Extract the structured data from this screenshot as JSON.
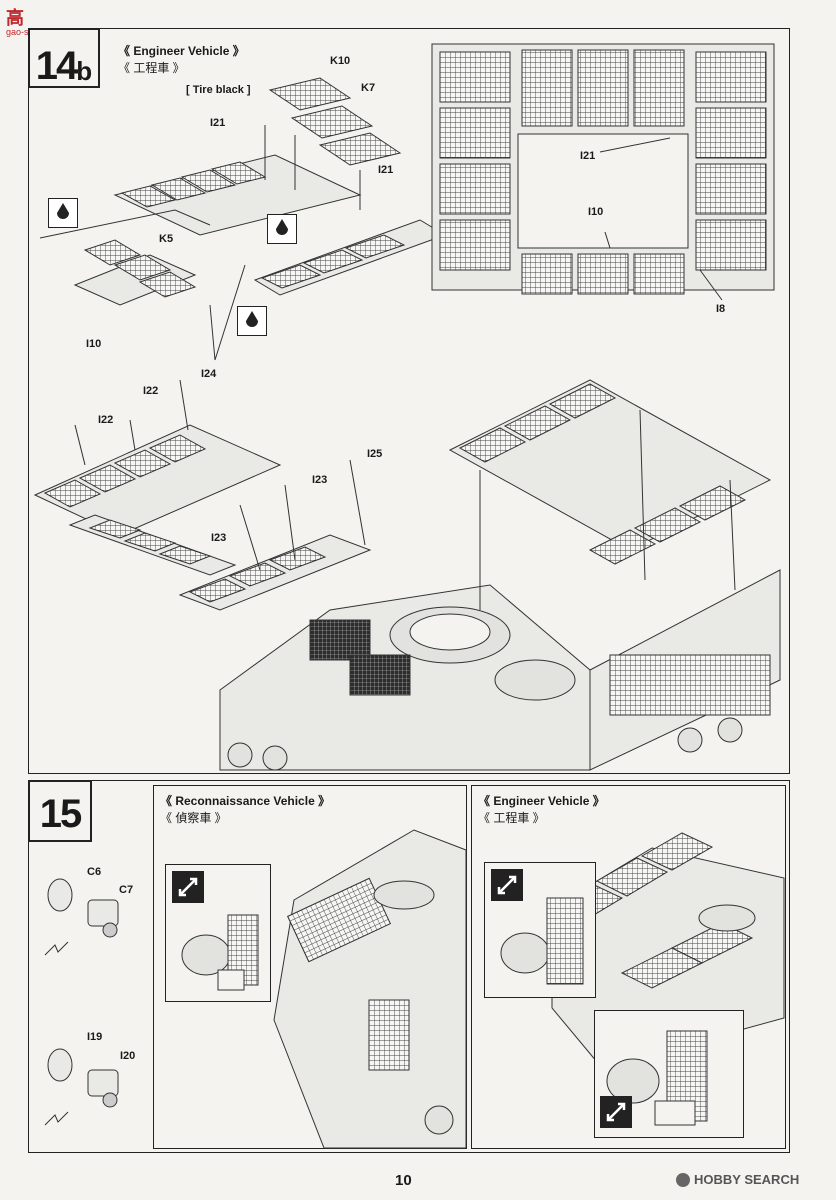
{
  "header": {
    "logo_text": "高",
    "logo_sub": "gao-shou.com"
  },
  "step14b": {
    "number": "14",
    "suffix": "b",
    "title_en": "《 Engineer Vehicle 》",
    "title_jp": "《 工程車 》",
    "labels": {
      "k10": "K10",
      "k7": "K7",
      "tire_black": "[ Tire black ]",
      "i21_a": "I21",
      "i21_b": "I21",
      "k5": "K5",
      "i10": "I10",
      "i22_a": "I22",
      "i22_b": "I22",
      "i24": "I24",
      "i25": "I25",
      "i23_a": "I23",
      "i23_b": "I23",
      "top_i21": "I21",
      "top_i10": "I10",
      "top_i8": "I8"
    }
  },
  "step15": {
    "number": "15",
    "labels": {
      "c6": "C6",
      "c7": "C7",
      "i19": "I19",
      "i20": "I20"
    },
    "recon": {
      "title_en": "《 Reconnaissance Vehicle 》",
      "title_jp": "《 偵察車 》"
    },
    "engineer": {
      "title_en": "《 Engineer Vehicle 》",
      "title_jp": "《 工程車 》"
    }
  },
  "footer": {
    "page_number": "10",
    "brand": "HOBBY SEARCH"
  }
}
